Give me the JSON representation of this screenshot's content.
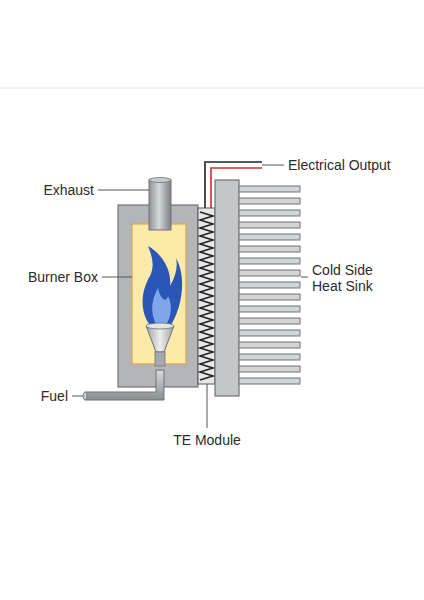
{
  "diagram": {
    "labels": [
      "Electrical Output",
      "Exhaust",
      "Burner Box",
      "Cold Side Heat Sink",
      "Fuel",
      "TE Module"
    ]
  }
}
